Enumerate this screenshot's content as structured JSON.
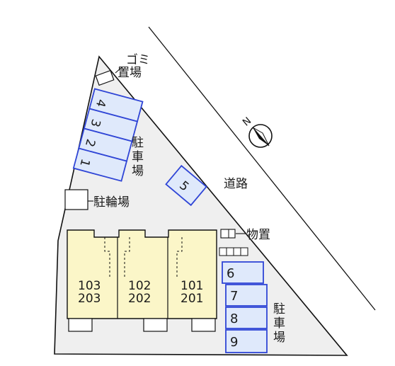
{
  "labels": {
    "garbage_line1": "ゴミ",
    "garbage_line2": "置場",
    "parking_left": [
      "駐",
      "車",
      "場"
    ],
    "parking_right": [
      "駐",
      "車",
      "場"
    ],
    "road": "道路",
    "bicycle": "駐輪場",
    "storage": "物置",
    "north": "N"
  },
  "parking_spaces": [
    "1",
    "2",
    "3",
    "4",
    "5",
    "6",
    "7",
    "8",
    "9"
  ],
  "units": [
    {
      "upper": "103",
      "lower": "203"
    },
    {
      "upper": "102",
      "lower": "202"
    },
    {
      "upper": "101",
      "lower": "201"
    }
  ],
  "colors": {
    "site": "#efefef",
    "building": "#fbf6c8",
    "parking_fill": "#dfe9fb",
    "parking_border": "#2f45d6",
    "outline": "#111111"
  }
}
